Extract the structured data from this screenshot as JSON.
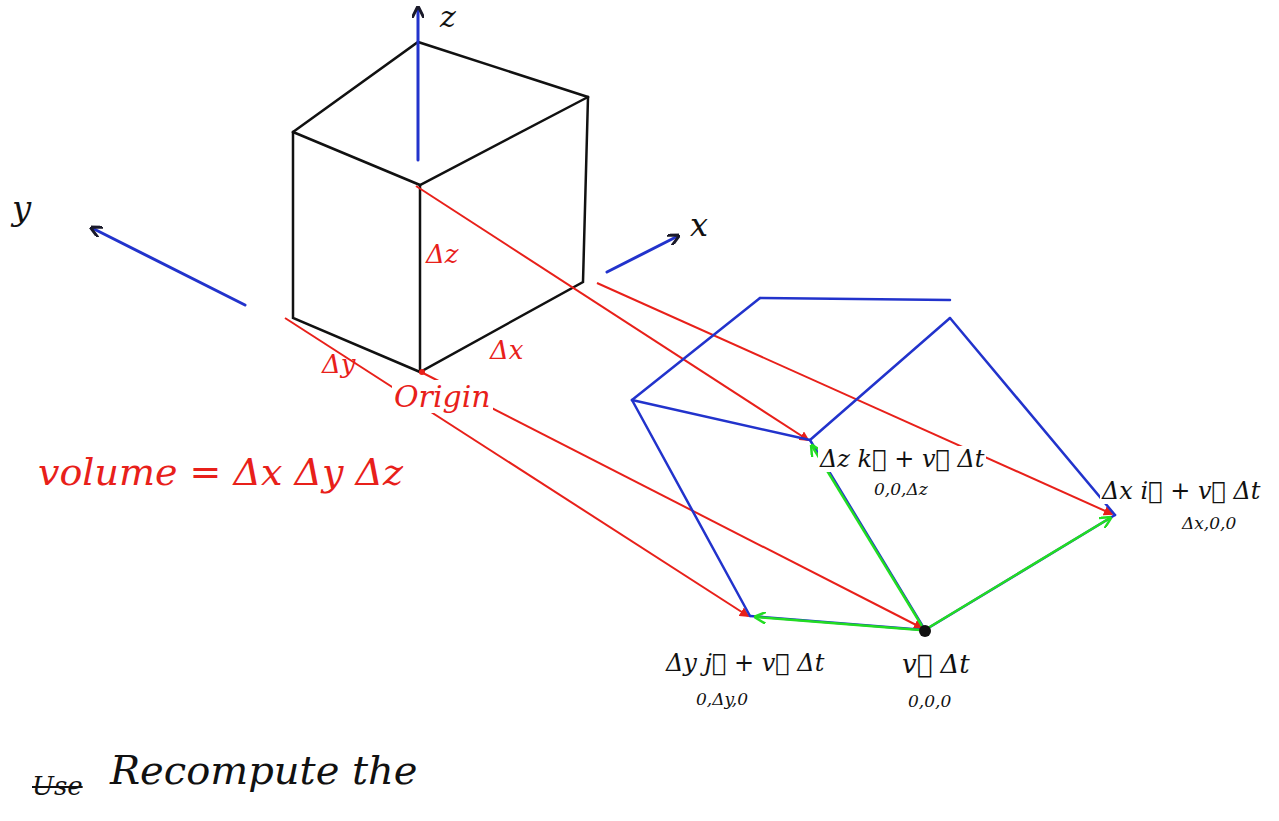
{
  "diagram": {
    "labels": [
      "z",
      "y",
      "x",
      "Δz",
      "Δy",
      "Δx",
      "Origin",
      "volume = Δx Δy Δz",
      "Δz k⃗ + v⃗ Δt",
      "0,0,Δz",
      "Δx i⃗ + v⃗ Δt",
      "Δx,0,0",
      "Δy j⃗ + v⃗ Δt",
      "0,Δy,0",
      "v⃗ Δt",
      "0,0,0",
      "Use",
      "Recompute the"
    ]
  }
}
